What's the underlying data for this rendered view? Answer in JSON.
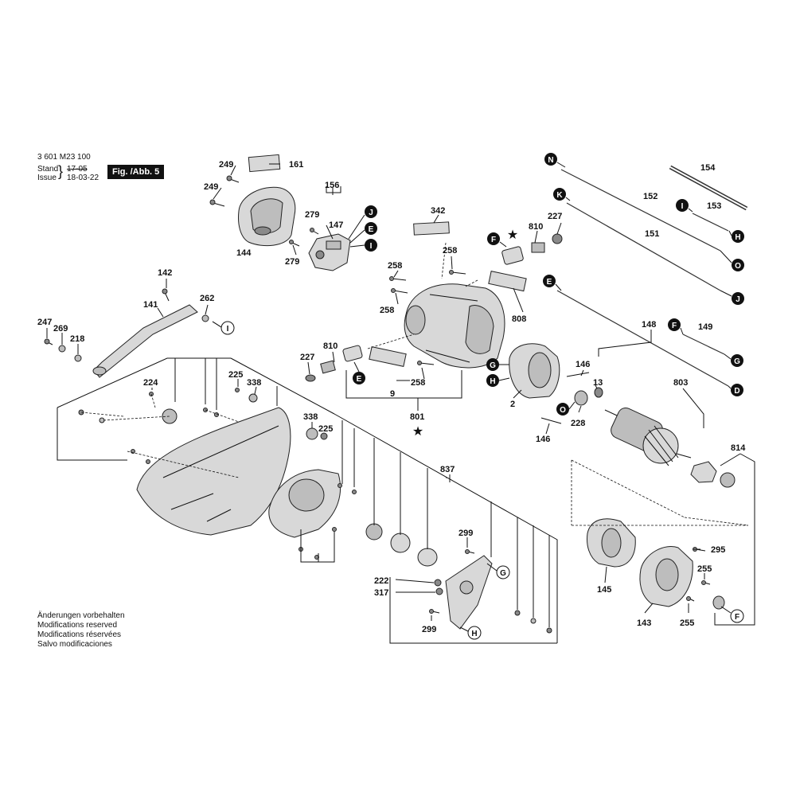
{
  "header": {
    "doc_number": "3 601 M23 100",
    "stand_label": "Stand",
    "stand_date": "17-05",
    "issue_label": "Issue",
    "issue_date": "18-03-22",
    "figure_label": "Fig. /Abb. 5"
  },
  "notes": [
    "Änderungen vorbehalten",
    "Modifications reserved",
    "Modifications réservées",
    "Salvo modificaciones"
  ],
  "part_numbers": {
    "p249a": "249",
    "p161": "161",
    "p249b": "249",
    "p156": "156",
    "p279a": "279",
    "p147": "147",
    "p144": "144",
    "p279b": "279",
    "p342": "342",
    "p227a": "227",
    "p810a": "810",
    "p154": "154",
    "p152": "152",
    "p153": "153",
    "p151": "151",
    "p258a": "258",
    "p258b": "258",
    "p258c": "258",
    "p808": "808",
    "p142": "142",
    "p141": "141",
    "p262": "262",
    "p247": "247",
    "p269": "269",
    "p218": "218",
    "p148": "148",
    "p149": "149",
    "p227b": "227",
    "p810b": "810",
    "p146a": "146",
    "p13": "13",
    "p803": "803",
    "p225a": "225",
    "p338a": "338",
    "p224": "224",
    "p9": "9",
    "p258d": "258",
    "p2": "2",
    "p228": "228",
    "p801": "801",
    "p146b": "146",
    "p338b": "338",
    "p225b": "225",
    "p814": "814",
    "p837": "837",
    "p299a": "299",
    "p295": "295",
    "p255a": "255",
    "p145": "145",
    "p143": "143",
    "p255b": "255",
    "p222": "222",
    "p317": "317",
    "p299b": "299"
  },
  "connectors": {
    "n": "N",
    "k": "K",
    "j1": "J",
    "e1": "E",
    "i1": "I",
    "f1": "F",
    "i2": "I",
    "h1": "H",
    "o1": "O",
    "j2": "J",
    "e2": "E",
    "f2": "F",
    "g1": "G",
    "i3": "I",
    "d": "D",
    "g2": "G",
    "h2": "H",
    "e3": "E",
    "o2": "O",
    "g3": "G",
    "h3": "H",
    "f3": "F"
  },
  "symbols": {
    "star": "★"
  }
}
